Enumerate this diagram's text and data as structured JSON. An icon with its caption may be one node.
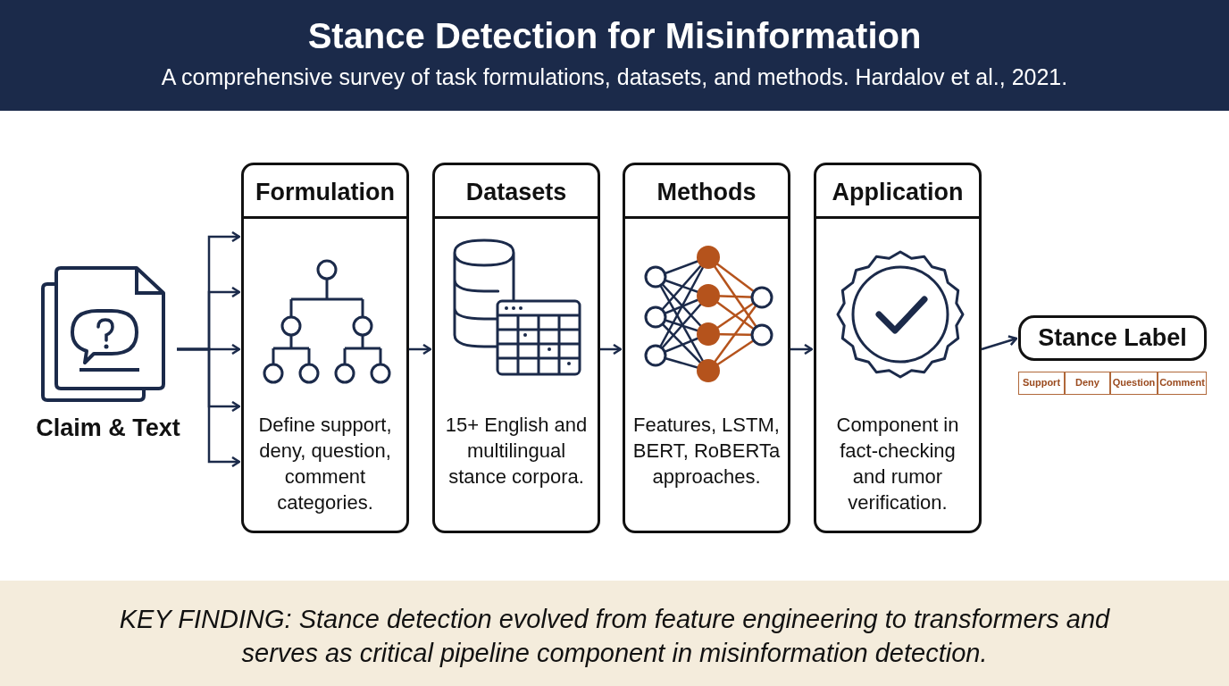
{
  "diagram": {
    "title": "Stance Detection for Misinformation",
    "nodes": [
      {
        "text": [
          "Claim & Text"
        ]
      },
      {
        "text": [
          "Formulation",
          "Define support, deny, question, comment categories."
        ]
      },
      {
        "text": [
          "Datasets",
          "15+ English and multilingual stance corpora."
        ]
      },
      {
        "text": [
          "Methods",
          "Features, LSTM, BERT, RoBERTa approaches."
        ]
      },
      {
        "text": [
          "Application",
          "Component in fact-checking and rumor verification."
        ]
      },
      {
        "text": [
          "Stance Label"
        ]
      },
      {
        "text": [
          "Support"
        ]
      },
      {
        "text": [
          "Deny"
        ]
      },
      {
        "text": [
          "Question"
        ]
      },
      {
        "text": [
          "Comment"
        ]
      }
    ],
    "edges": [
      {
        "from": 0,
        "to": 1,
        "arrow": "to"
      },
      {
        "from": 0,
        "to": 1,
        "arrow": "to"
      },
      {
        "from": 0,
        "to": 1,
        "arrow": "to"
      },
      {
        "from": 0,
        "to": 1,
        "arrow": "to"
      },
      {
        "from": 0,
        "to": 1,
        "arrow": "to"
      },
      {
        "from": 1,
        "to": 2,
        "arrow": "to"
      },
      {
        "from": 2,
        "to": 3,
        "arrow": "to"
      },
      {
        "from": 3,
        "to": 4,
        "arrow": "to"
      },
      {
        "from": 4,
        "to": 5,
        "arrow": "to"
      }
    ],
    "labels": [
      "A comprehensive survey of task formulations, datasets, and methods. Hardalov et al., 2021.",
      "KEY FINDING: Stance detection evolved from feature engineering to transformers and serves as critical pipeline component in misinformation detection."
    ]
  }
}
